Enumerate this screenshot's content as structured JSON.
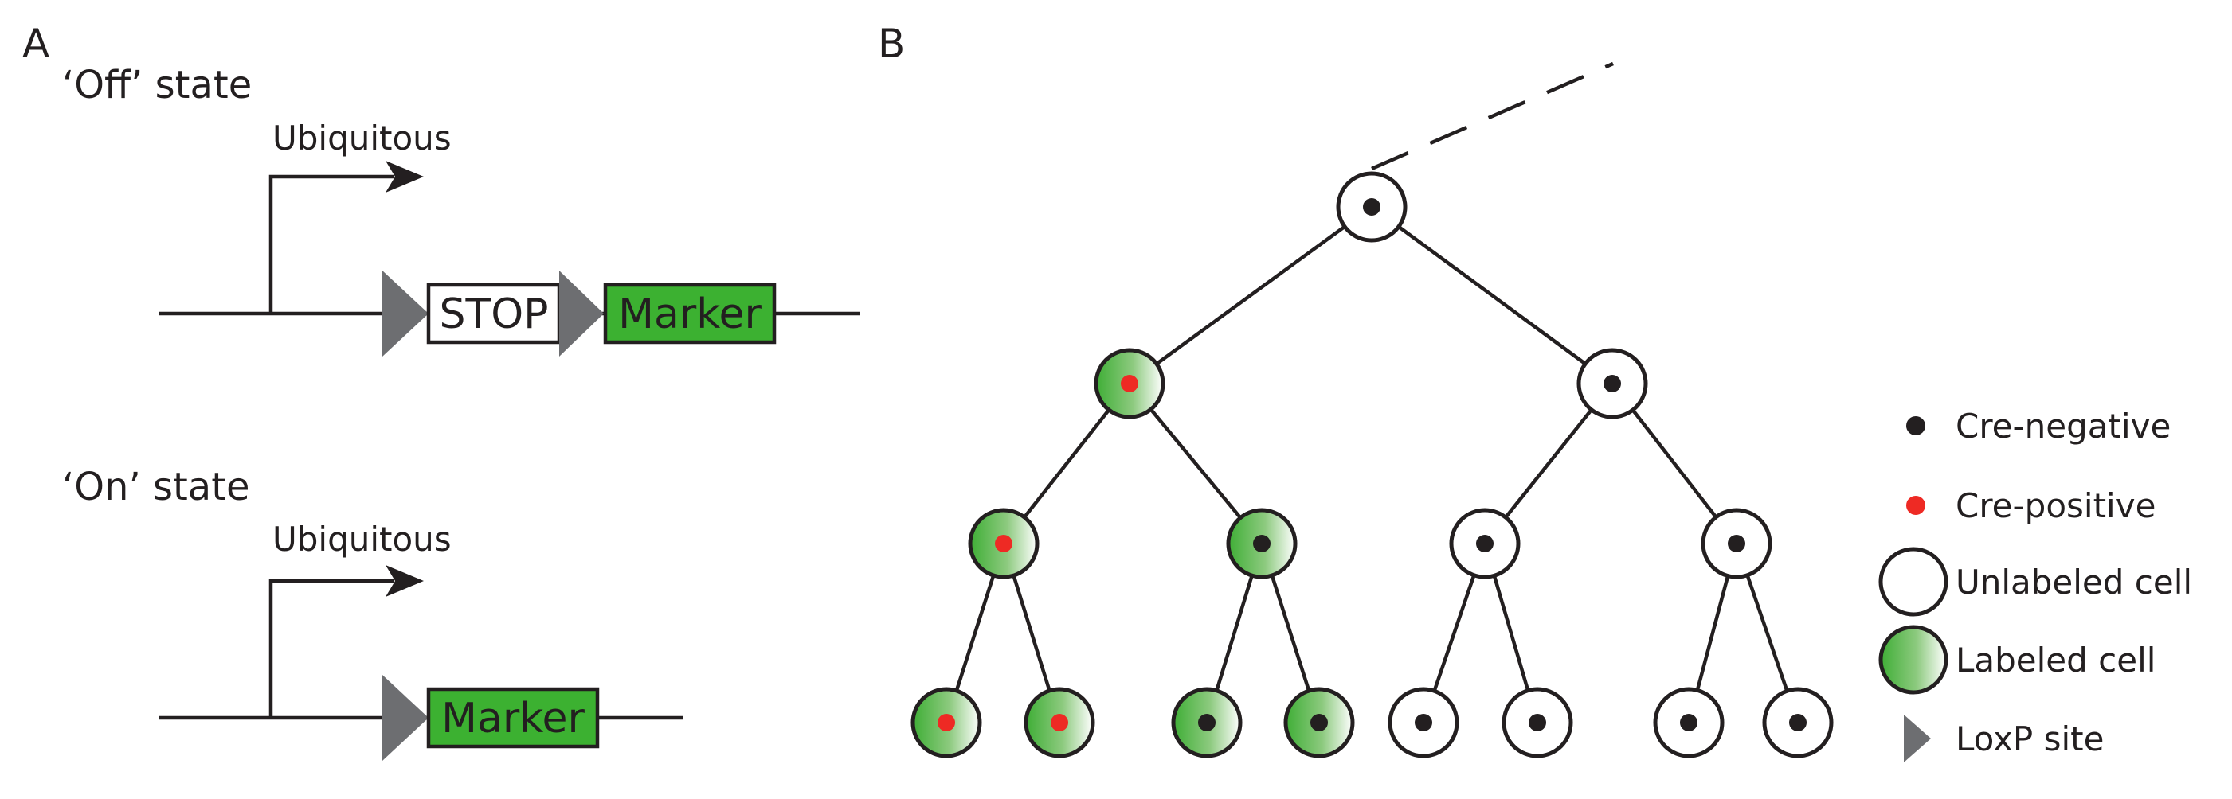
{
  "panel_a": {
    "label": "A",
    "off_state": {
      "title": "‘Off’ state",
      "promoter_label": "Ubiquitous",
      "stop_label": "STOP",
      "marker_label": "Marker"
    },
    "on_state": {
      "title": "‘On’ state",
      "promoter_label": "Ubiquitous",
      "marker_label": "Marker"
    }
  },
  "panel_b": {
    "label": "B",
    "tree": {
      "root": {
        "labeled": false,
        "cre": "negative"
      },
      "generation_2": [
        {
          "labeled": true,
          "cre": "positive"
        },
        {
          "labeled": false,
          "cre": "negative"
        }
      ],
      "generation_3": [
        {
          "labeled": true,
          "cre": "positive"
        },
        {
          "labeled": true,
          "cre": "negative"
        },
        {
          "labeled": false,
          "cre": "negative"
        },
        {
          "labeled": false,
          "cre": "negative"
        }
      ],
      "generation_4": [
        {
          "labeled": true,
          "cre": "positive"
        },
        {
          "labeled": true,
          "cre": "positive"
        },
        {
          "labeled": true,
          "cre": "negative"
        },
        {
          "labeled": true,
          "cre": "negative"
        },
        {
          "labeled": false,
          "cre": "negative"
        },
        {
          "labeled": false,
          "cre": "negative"
        },
        {
          "labeled": false,
          "cre": "negative"
        },
        {
          "labeled": false,
          "cre": "negative"
        }
      ]
    },
    "legend": {
      "cre_negative": "Cre-negative",
      "cre_positive": "Cre-positive",
      "unlabeled": "Unlabeled cell",
      "labeled": "Labeled cell",
      "loxp": "LoxP site"
    }
  },
  "colors": {
    "marker_fill": "#3cb131",
    "cell_green": "#52b848",
    "cre_positive": "#ee2a24",
    "cre_negative": "#231f20",
    "loxp": "#6d6e71",
    "line": "#231f20"
  }
}
